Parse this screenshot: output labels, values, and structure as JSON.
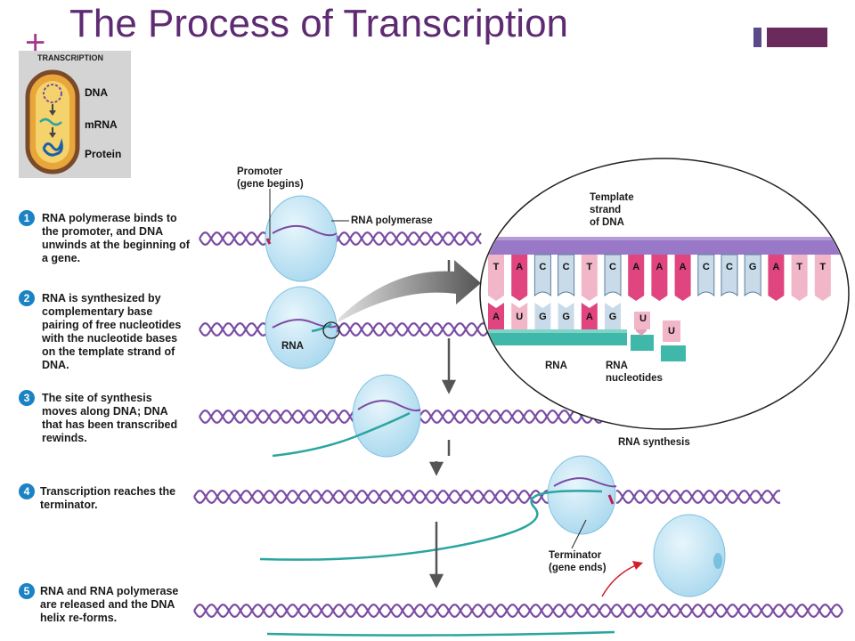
{
  "slide": {
    "title": "The Process of Transcription",
    "plus": "+"
  },
  "overview": {
    "heading": "TRANSCRIPTION",
    "labels": [
      "DNA",
      "mRNA",
      "Protein"
    ]
  },
  "steps": [
    {
      "num": "1",
      "text": "RNA polymerase binds to\nthe promoter, and DNA\nunwinds at the beginning of\na gene."
    },
    {
      "num": "2",
      "text": "RNA is synthesized by\ncomplementary base\npairing of free nucleotides\nwith the nucleotide bases\non the template strand of\nDNA."
    },
    {
      "num": "3",
      "text": "The site of synthesis\nmoves along DNA; DNA\nthat has been transcribed\nrewinds."
    },
    {
      "num": "4",
      "text": "Transcription reaches the\nterminator."
    },
    {
      "num": "5",
      "text": "RNA and RNA polymerase\nare released and the DNA\nhelix re-forms."
    }
  ],
  "labels": {
    "promoter": "Promoter\n(gene begins)",
    "rna_polymerase": "RNA polymerase",
    "rna_step2": "RNA",
    "template_strand": "Template\nstrand\nof DNA",
    "rna_zoom": "RNA",
    "rna_nucleotides": "RNA\nnucleotides",
    "rna_synthesis": "RNA synthesis",
    "terminator": "Terminator\n(gene ends)"
  },
  "template_bases": [
    "T",
    "A",
    "C",
    "C",
    "T",
    "C",
    "A",
    "A",
    "A",
    "C",
    "C",
    "G",
    "A",
    "T",
    "T"
  ],
  "rna_bases": [
    "A",
    "U",
    "G",
    "G",
    "A",
    "G"
  ],
  "free_nucleotides": [
    "U",
    "U"
  ],
  "colors": {
    "title": "#5e2b73",
    "dna": "#7a4ba3",
    "rna": "#2aa5a0",
    "polymerase": "#bfe3f4",
    "step_badge": "#1b83c4"
  }
}
